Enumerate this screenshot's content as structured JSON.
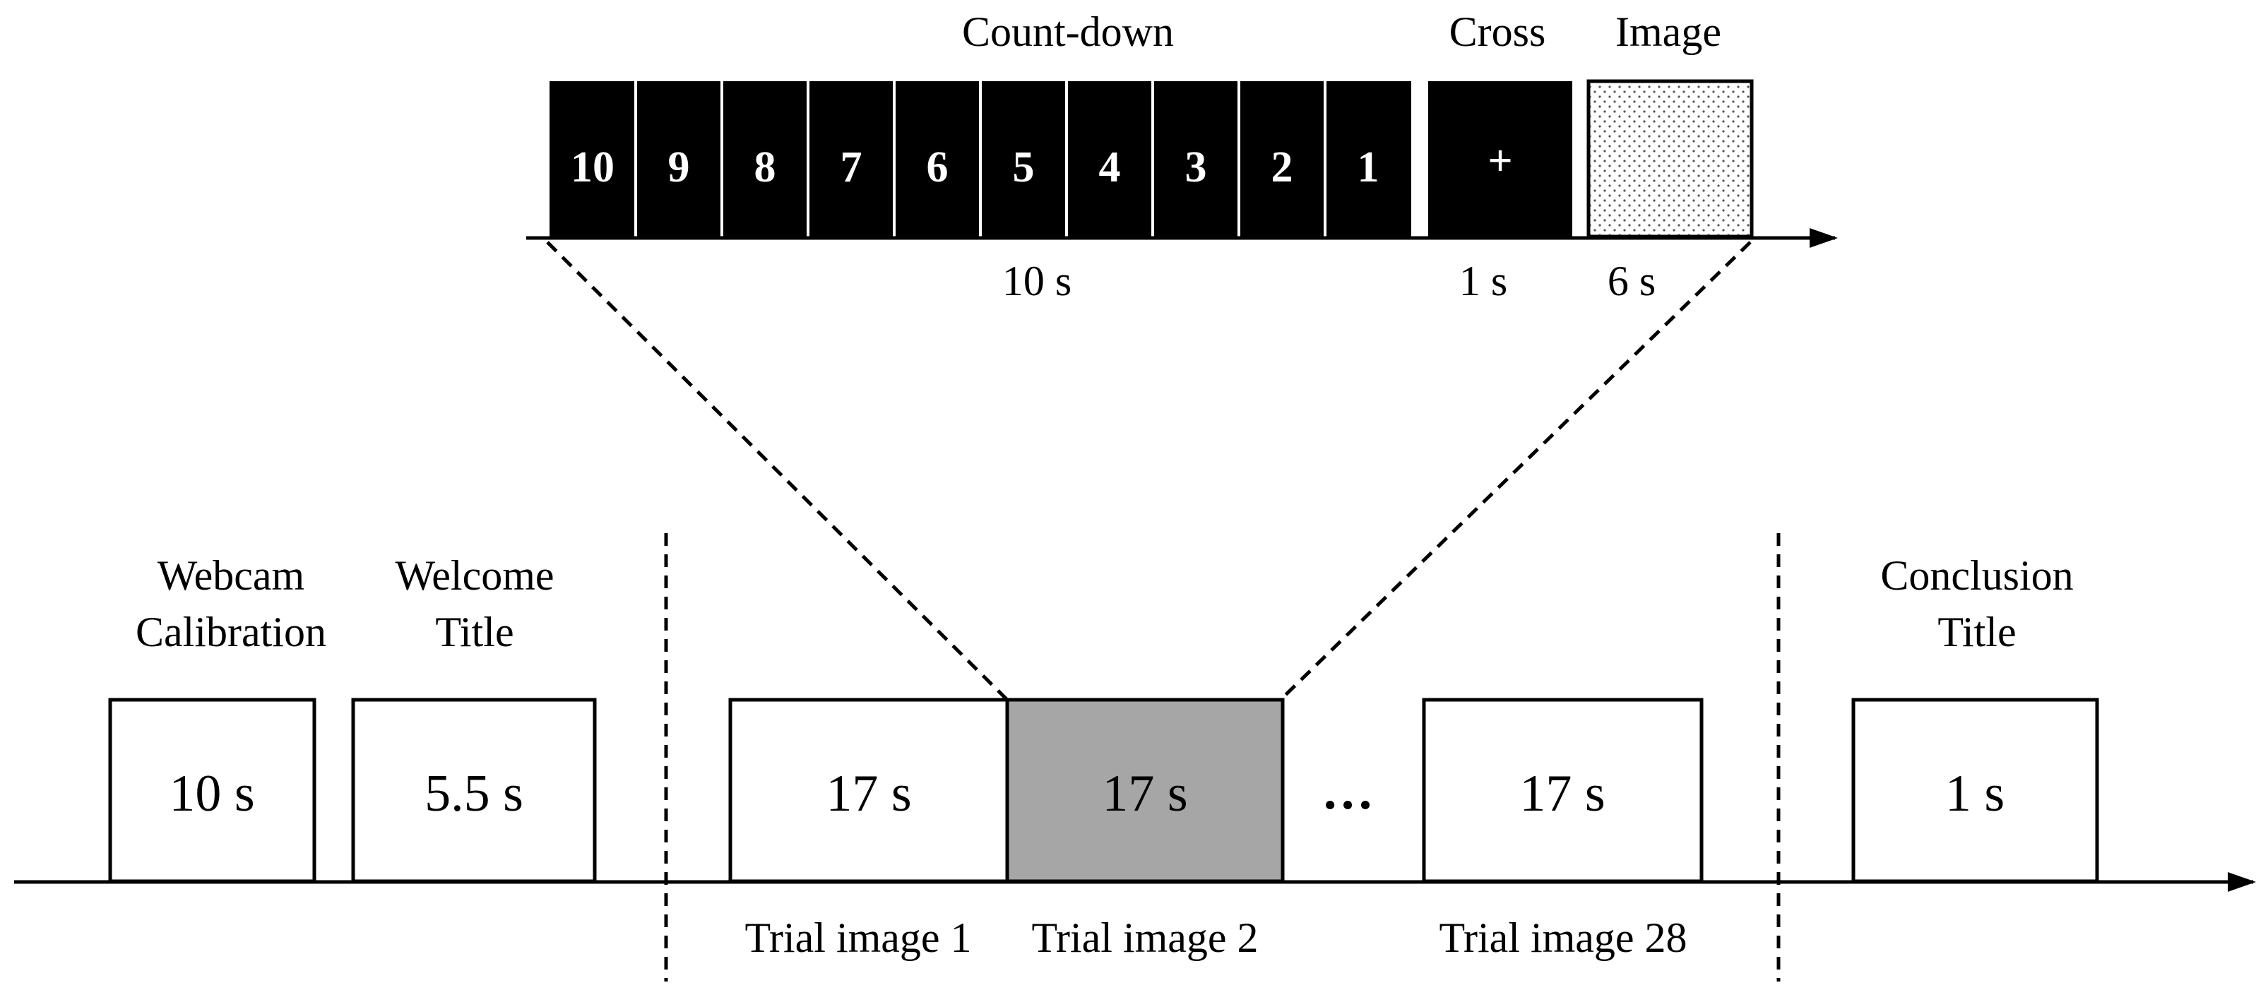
{
  "countdown": {
    "title": "Count-down",
    "numbers": [
      "10",
      "9",
      "8",
      "7",
      "6",
      "5",
      "4",
      "3",
      "2",
      "1"
    ],
    "duration": "10 s"
  },
  "cross": {
    "title": "Cross",
    "symbol": "+",
    "duration": "1 s"
  },
  "image": {
    "title": "Image",
    "duration": "6 s"
  },
  "timeline": {
    "webcam": {
      "title_line1": "Webcam",
      "title_line2": "Calibration",
      "duration": "10 s"
    },
    "welcome": {
      "title_line1": "Welcome",
      "title_line2": "Title",
      "duration": "5.5 s"
    },
    "trials": [
      {
        "label": "Trial image 1",
        "duration": "17 s"
      },
      {
        "label": "Trial image 2",
        "duration": "17 s"
      },
      {
        "label": "Trial image 28",
        "duration": "17 s"
      }
    ],
    "ellipsis": "…",
    "conclusion": {
      "title_line1": "Conclusion",
      "title_line2": "Title",
      "duration": "1 s"
    }
  },
  "colors": {
    "highlight_fill": "#a6a6a6",
    "countdown_fill": "#000000"
  }
}
